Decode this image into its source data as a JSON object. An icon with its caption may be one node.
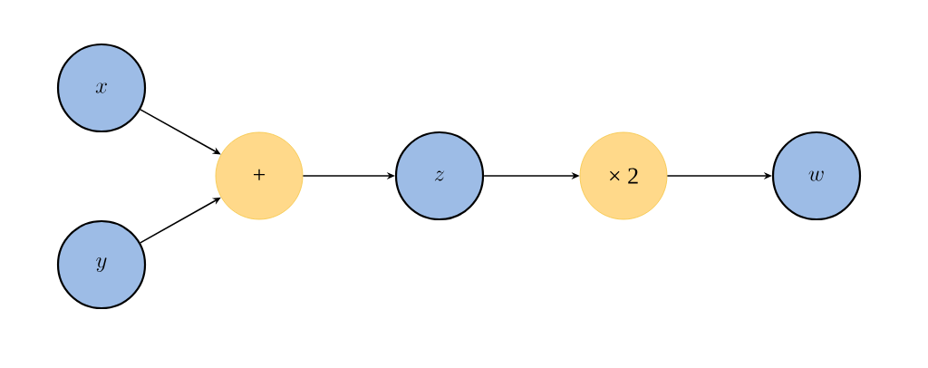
{
  "diagram": {
    "nodes": [
      {
        "text": [
          "x"
        ]
      },
      {
        "text": [
          "y"
        ]
      },
      {
        "text": [
          "+"
        ]
      },
      {
        "text": [
          "z"
        ]
      },
      {
        "text": [
          "× 2"
        ]
      },
      {
        "text": [
          "w"
        ]
      }
    ],
    "edges": [
      {
        "from": 0,
        "to": 2,
        "arrow": "to"
      },
      {
        "from": 1,
        "to": 2,
        "arrow": "to"
      },
      {
        "from": 2,
        "to": 3,
        "arrow": "to"
      },
      {
        "from": 3,
        "to": 4,
        "arrow": "to"
      },
      {
        "from": 4,
        "to": 5,
        "arrow": "to"
      }
    ]
  }
}
